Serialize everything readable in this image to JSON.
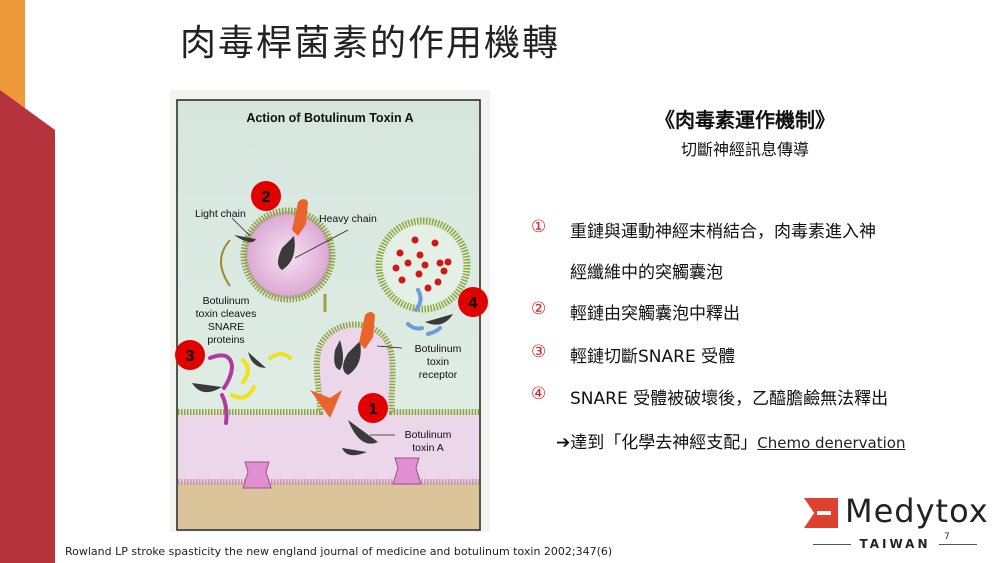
{
  "slide": {
    "title": "肉毒桿菌素的作用機轉",
    "page_number": "7",
    "citation": "Rowland LP stroke spasticity the new england journal of medicine and botulinum toxin 2002;347(6)"
  },
  "figure": {
    "title": "Action of Botulinum Toxin A",
    "labels": {
      "light_chain": "Light chain",
      "heavy_chain": "Heavy chain",
      "cleaves": [
        "Botulinum",
        "toxin cleaves",
        "SNARE",
        "proteins"
      ],
      "receptor": [
        "Botulinum",
        "toxin",
        "receptor"
      ],
      "toxin_a": [
        "Botulinum",
        "toxin A"
      ]
    },
    "badges": [
      "1",
      "2",
      "3",
      "4"
    ],
    "badge_color": "#e00000"
  },
  "mechanism": {
    "title": "《肉毒素運作機制》",
    "subtitle": "切斷神經訊息傳導",
    "steps": [
      {
        "num": "①",
        "lines": [
          "重鏈與運動神經末梢結合，肉毒素進入神",
          "經纖維中的突觸囊泡"
        ]
      },
      {
        "num": "②",
        "lines": [
          "輕鏈由突觸囊泡中釋出"
        ]
      },
      {
        "num": "③",
        "lines": [
          "輕鏈切斷SNARE 受體"
        ]
      },
      {
        "num": "④",
        "lines": [
          "SNARE 受體被破壞後，乙醯膽鹼無法釋出"
        ]
      }
    ],
    "conclusion": {
      "arrow": "➔",
      "text": "達到「化學去神經支配」",
      "english": "Chemo denervation"
    }
  },
  "logo": {
    "name": "Medytox",
    "sub": "TAIWAN",
    "color": "#e0402f"
  }
}
